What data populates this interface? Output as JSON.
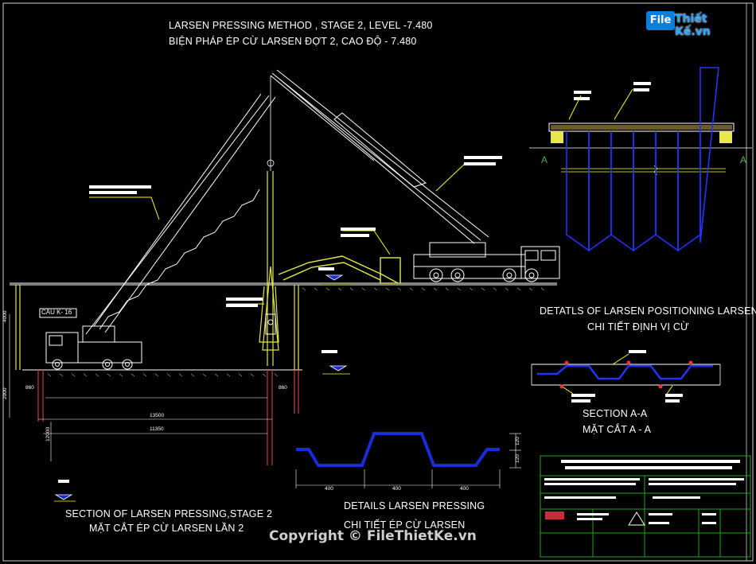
{
  "title": {
    "en": "LARSEN PRESSING METHOD , STAGE 2, LEVEL -7.480",
    "vi": "BIỆN PHÁP ÉP CỪ LARSEN ĐỢT 2, CAO ĐỘ - 7.480"
  },
  "captions": {
    "section_en": "SECTION OF LARSEN PRESSING,STAGE 2",
    "section_vi": "MẶT CẮT ÉP CỪ LARSEN LẦN 2",
    "details_en": "DETAILS LARSEN PRESSING",
    "details_vi": "CHI TIẾT ÉP CỪ LARSEN",
    "positioning_en": "DETATLS OF LARSEN POSITIONING LARSEN",
    "positioning_vi": "CHI TIẾT ĐỊNH VỊ CỪ",
    "sectionaa_en": "SECTION A-A",
    "sectionaa_vi": "MẶT CẮT A - A"
  },
  "labels": {
    "crane_tag": "CẦU K- 16",
    "section_mark_left": "A",
    "section_mark_right": "A"
  },
  "dimensions": {
    "height_left": "4000",
    "depth_left": "2000",
    "pile_depth": "12000",
    "left_offset": "860",
    "right_offset": "860",
    "width_total": "13500",
    "width_inner": "11350",
    "sheet_w1": "400",
    "sheet_w2": "400",
    "sheet_w3": "400",
    "sheet_h1": "120",
    "sheet_h2": "120"
  },
  "watermark": {
    "logo_file": "File",
    "logo_rest": "Thiết Kế.vn",
    "copyright": "Copyright © FileThietKe.vn"
  },
  "colors": {
    "background": "#000000",
    "crane_white": "#ffffff",
    "pile_yellow": "#e6e64d",
    "sheet_blue": "#1a2bd9",
    "frame_green": "#1fa81f",
    "leader_yellow": "#ffff00",
    "pile_red": "#c0303a"
  }
}
